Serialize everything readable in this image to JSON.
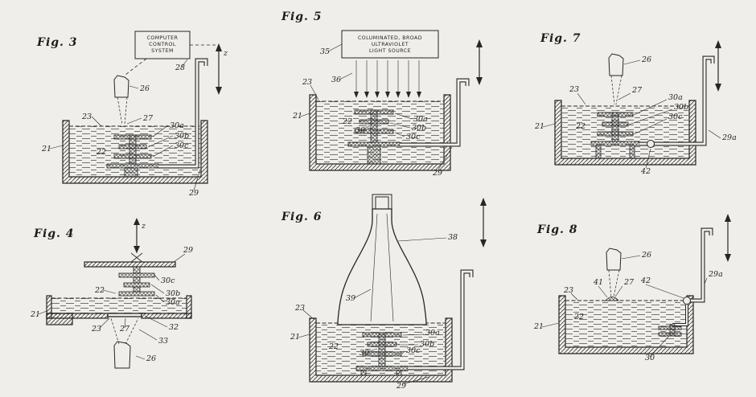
{
  "drawing": {
    "paper": "#efeeea",
    "ink": "#262626"
  },
  "figs": {
    "fig3": {
      "title": "Fig. 3",
      "control_box": [
        "COMPUTER",
        "CONTROL",
        "SYSTEM"
      ],
      "labels": {
        "n21": "21",
        "n22": "22",
        "n23": "23",
        "n26": "26",
        "n27": "27",
        "n28": "28",
        "n29": "29",
        "n30a": "30a",
        "n30b": "30b",
        "n30c": "30c",
        "z": "z"
      }
    },
    "fig4": {
      "title": "Fig. 4",
      "labels": {
        "n21": "21",
        "n22": "22",
        "n23": "23",
        "n26": "26",
        "n27": "27",
        "n29": "29",
        "n30a": "30a",
        "n30b": "30b",
        "n30c": "30c",
        "n32": "32",
        "n33": "33",
        "z": "z"
      }
    },
    "fig5": {
      "title": "Fig. 5",
      "source_box": [
        "COLUMINATED, BROAD",
        "ULTRAVIOLET",
        "LIGHT SOURCE"
      ],
      "labels": {
        "n21": "21",
        "n22": "22",
        "n23": "23",
        "n29": "29",
        "n30": "30",
        "n30a": "30a",
        "n30b": "30b",
        "n30c": "30c",
        "n35": "35",
        "n36": "36"
      }
    },
    "fig6": {
      "title": "Fig. 6",
      "labels": {
        "n21": "21",
        "n22": "22",
        "n23": "23",
        "n29": "29",
        "n30": "30",
        "n30a": "30a",
        "n30b": "30b",
        "n30c": "30c",
        "n38": "38",
        "n39": "39"
      }
    },
    "fig7": {
      "title": "Fig. 7",
      "labels": {
        "n21": "21",
        "n22": "22",
        "n23": "23",
        "n26": "26",
        "n27": "27",
        "n29a": "29a",
        "n30a": "30a",
        "n30b": "30b",
        "n30c": "30c",
        "n42": "42"
      }
    },
    "fig8": {
      "title": "Fig. 8",
      "labels": {
        "n21": "21",
        "n22": "22",
        "n23": "23",
        "n26": "26",
        "n27": "27",
        "n29a": "29a",
        "n30": "30",
        "n41": "41",
        "n42": "42"
      }
    }
  }
}
